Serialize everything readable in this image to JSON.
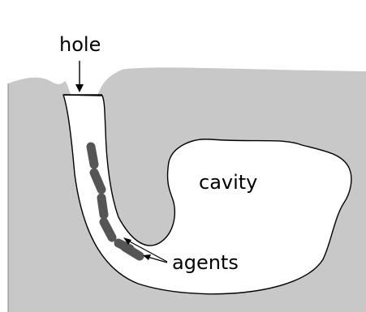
{
  "diagram": {
    "labels": {
      "hole": "hole",
      "cavity": "cavity",
      "agents": "agents"
    },
    "colors": {
      "ground": "#c8c8c8",
      "tunnel": "#ffffff",
      "outline": "#000000",
      "agent": "#555555"
    }
  }
}
